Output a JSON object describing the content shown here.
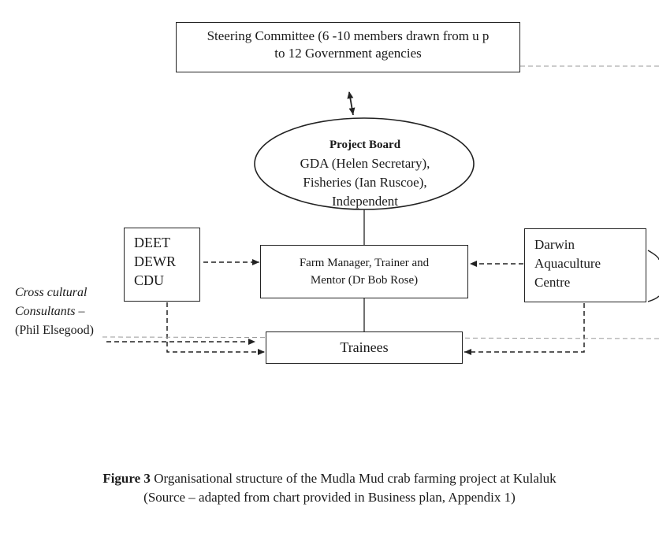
{
  "steering": {
    "line1": "Steering Committee (6 -10 members drawn from u p",
    "line2": "to 12 Government agencies"
  },
  "board": {
    "title": "Project Board",
    "line1": "GDA (Helen Secretary),",
    "line2": "Fisheries (Ian Ruscoe),",
    "line3": "Independent"
  },
  "left_box": {
    "line1": "DEET",
    "line2": "DEWR",
    "line3": "CDU"
  },
  "farm": {
    "line1": "Farm Manager, Trainer and",
    "line2": "Mentor (Dr Bob Rose)"
  },
  "right_box": {
    "line1": "Darwin",
    "line2": "Aquaculture",
    "line3": "Centre"
  },
  "trainees": {
    "label": "Trainees"
  },
  "cross": {
    "line1": "Cross cultural",
    "line2": "Consultants –",
    "line3": "(Phil Elsegood)"
  },
  "caption": {
    "figure": "Figure 3",
    "line1_rest": " Organisational structure of the Mudla Mud crab farming project at Kulaluk",
    "line2": "(Source – adapted from chart provided in Business plan, Appendix 1)"
  }
}
